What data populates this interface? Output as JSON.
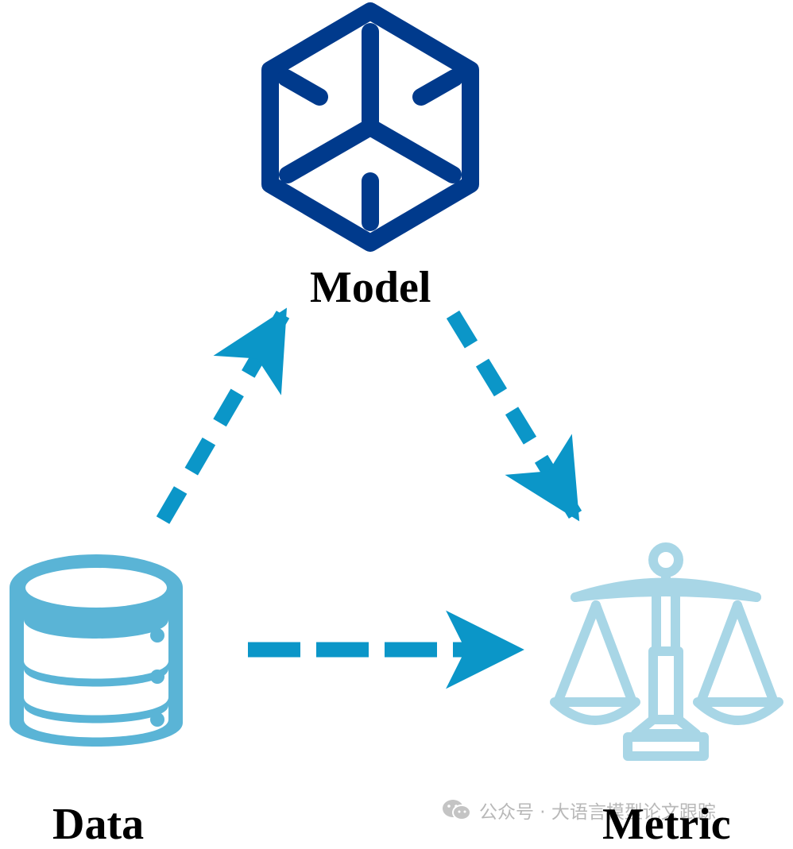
{
  "nodes": {
    "model": {
      "label": "Model"
    },
    "data": {
      "label": "Data"
    },
    "metric": {
      "label": "Metric"
    }
  },
  "edges": [
    {
      "from": "Data",
      "to": "Model",
      "style": "dashed"
    },
    {
      "from": "Model",
      "to": "Metric",
      "style": "dashed"
    },
    {
      "from": "Data",
      "to": "Metric",
      "style": "dashed"
    }
  ],
  "watermark": {
    "text": "公众号 · 大语言模型论文跟踪",
    "icon": "wechat-icon"
  },
  "colors": {
    "arrow": "#0b96c8",
    "model_icon": "#003a8c",
    "data_icon": "#5ab4d6",
    "metric_icon": "#a8d6e6",
    "watermark": "#b8b8b8",
    "label": "#000000"
  }
}
